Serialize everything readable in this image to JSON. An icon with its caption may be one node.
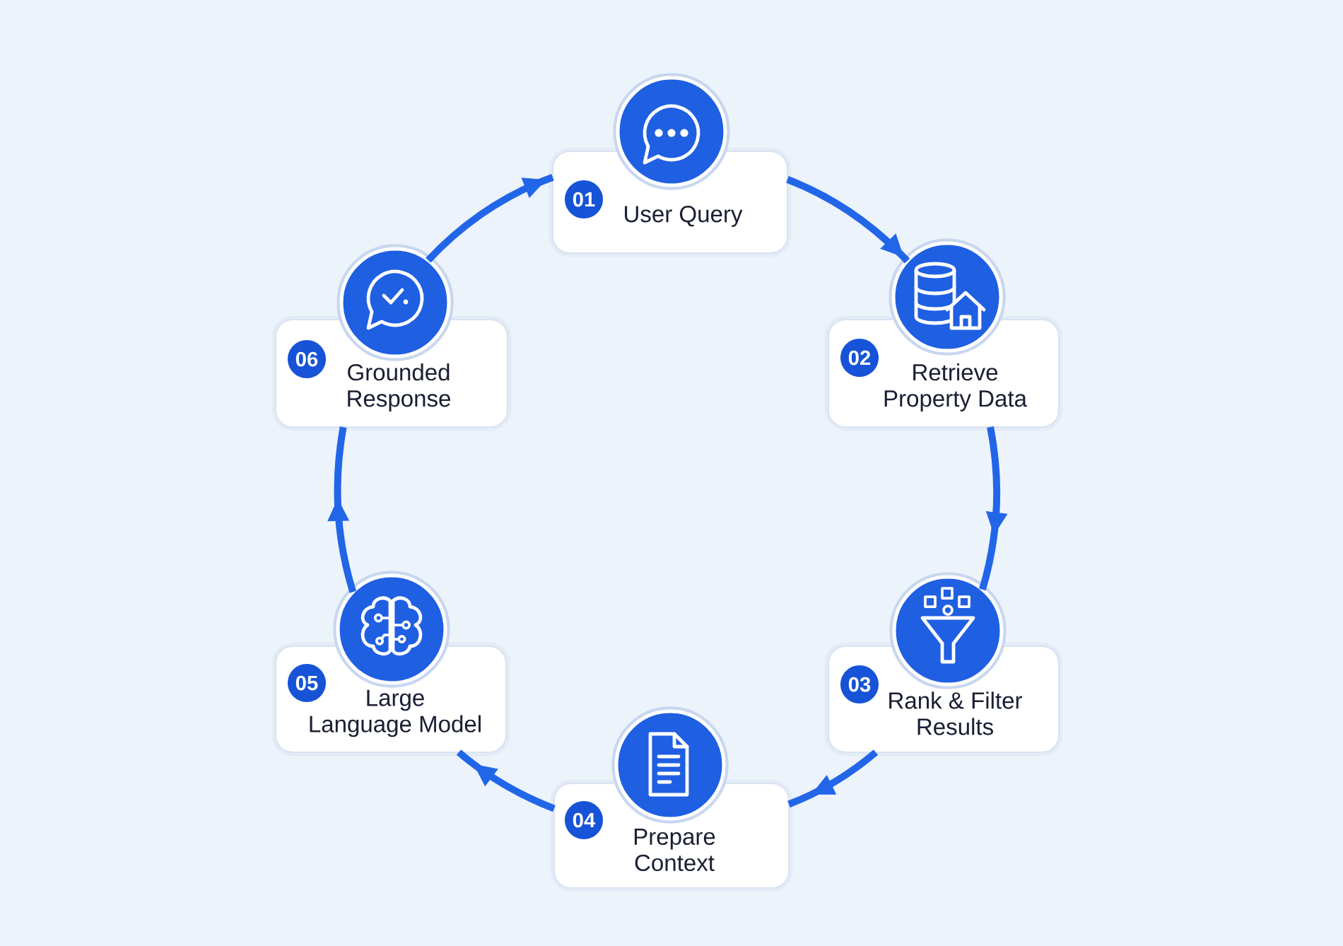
{
  "diagram": {
    "nodes": [
      {
        "text": [],
        "shape": "circle"
      },
      {
        "text": [
          "User Query"
        ]
      },
      {
        "text": [
          "01"
        ],
        "in": 1
      },
      {
        "text": [],
        "shape": "circle"
      },
      {
        "text": [
          "Retrieve Property Data"
        ]
      },
      {
        "text": [
          "02"
        ],
        "in": 4
      },
      {
        "text": [],
        "shape": "circle"
      },
      {
        "text": [
          "Rank & Filter Results"
        ]
      },
      {
        "text": [
          "03"
        ],
        "in": 7
      },
      {
        "text": [],
        "shape": "circle"
      },
      {
        "text": [
          "Prepare Context"
        ]
      },
      {
        "text": [
          "04"
        ],
        "in": 10
      },
      {
        "text": [],
        "shape": "circle"
      },
      {
        "text": [
          "Large Language Model"
        ]
      },
      {
        "text": [
          "05"
        ],
        "in": 13
      },
      {
        "text": [],
        "shape": "circle"
      },
      {
        "text": [
          "Grounded Response"
        ]
      },
      {
        "text": [
          "06"
        ],
        "in": 16
      }
    ],
    "edges": [
      {
        "from": 1,
        "to": 3,
        "arrow": "to"
      },
      {
        "from": 4,
        "to": 6,
        "arrow": "to"
      },
      {
        "from": 7,
        "to": 10,
        "arrow": "to"
      },
      {
        "from": 10,
        "to": 13,
        "arrow": "to"
      },
      {
        "from": 12,
        "to": 16,
        "arrow": "to"
      },
      {
        "from": 15,
        "to": 1,
        "arrow": "to"
      }
    ]
  }
}
